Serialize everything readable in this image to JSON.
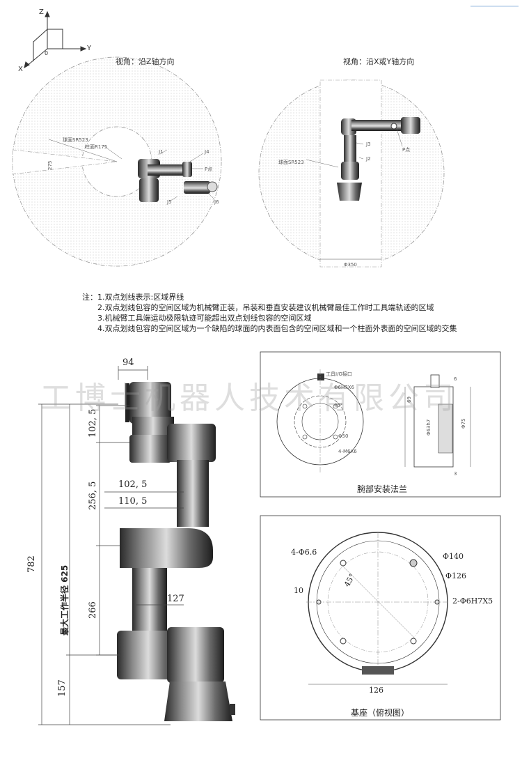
{
  "axes": {
    "z": "Z",
    "y": "Y",
    "x": "X",
    "origin": "0"
  },
  "top_views": {
    "left_title": "视角：沿Z轴方向",
    "right_title": "视角：沿X或Y轴方向",
    "left_sphere_label": "球面SR523",
    "left_cyl_label": "柱面R175",
    "left_j1": "J1",
    "left_j4": "J4",
    "left_p": "P点",
    "left_j5": "J5",
    "left_j6": "J6",
    "left_side_dim": "275",
    "right_sphere_label": "球面SR523",
    "right_j3": "J3",
    "right_j2": "J2",
    "right_p": "P点",
    "right_dim": "Φ350"
  },
  "notes": [
    "注：1.双点划线表示:区域界线",
    "2.双点划线包容的空间区域为机械臂正装，吊装和垂直安装建议机械臂最佳工作时工具端轨迹的区域",
    "3.机械臂工具端运动极限轨迹可能超出双点划线包容的空间区域",
    "4.双点划线包容的空间区域为一个缺陷的球面的内表面包含的空间区域和一个柱面外表面的空间区域的交集"
  ],
  "watermark": "工博士机器人技术有限公司",
  "side_view": {
    "dim_94": "94",
    "dim_102_5_top": "102, 5",
    "dim_102_5": "102, 5",
    "dim_256_5": "256, 5",
    "dim_110_5": "110, 5",
    "dim_266": "266",
    "dim_127": "127",
    "dim_157": "157",
    "dim_782": "782",
    "max_radius": "最大工作半径 625"
  },
  "flange": {
    "caption": "腕部安装法兰",
    "tool_io": "工具I/O接口",
    "label_m6": "Φ6H7X6",
    "label_45": "45°",
    "label_50": "Φ50",
    "label_m6x6": "4-M6X6",
    "label_phi63": "Φ63h7",
    "label_phi75": "Φ75",
    "label_6": "6",
    "label_69": "69",
    "label_3": "3"
  },
  "base": {
    "caption": "基座（俯视图）",
    "holes": "4-Φ6.6",
    "phi140": "Φ140",
    "phi126": "Φ126",
    "angle": "45°",
    "dim10": "10",
    "pins": "2-Φ6H7X5",
    "dim126": "126"
  }
}
